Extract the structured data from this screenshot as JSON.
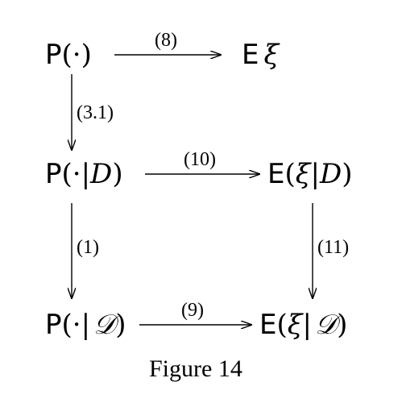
{
  "nodes": {
    "p_top": {
      "op": "P",
      "open": "(",
      "arg": "·",
      "close": ")"
    },
    "e_top": {
      "op": "E",
      "var": "ξ"
    },
    "p_mid": {
      "op": "P",
      "open": "(",
      "arg": "·|",
      "cond": "D",
      "close": ")"
    },
    "e_mid": {
      "op": "E",
      "open": "(",
      "var": "ξ",
      "bar": "|",
      "cond": "D",
      "close": ")"
    },
    "p_bot": {
      "op": "P",
      "open": "(",
      "arg": "·|",
      "cond": "𝒟",
      "close": ")"
    },
    "e_bot": {
      "op": "E",
      "open": "(",
      "var": "ξ",
      "bar": "|",
      "cond": "𝒟",
      "close": ")"
    }
  },
  "arrow_labels": {
    "top": "(8)",
    "middle": "(10)",
    "bottom": "(9)",
    "left_upper": "(3.1)",
    "left_lower": "(1)",
    "right_lower": "(11)"
  },
  "caption": "Figure 14"
}
